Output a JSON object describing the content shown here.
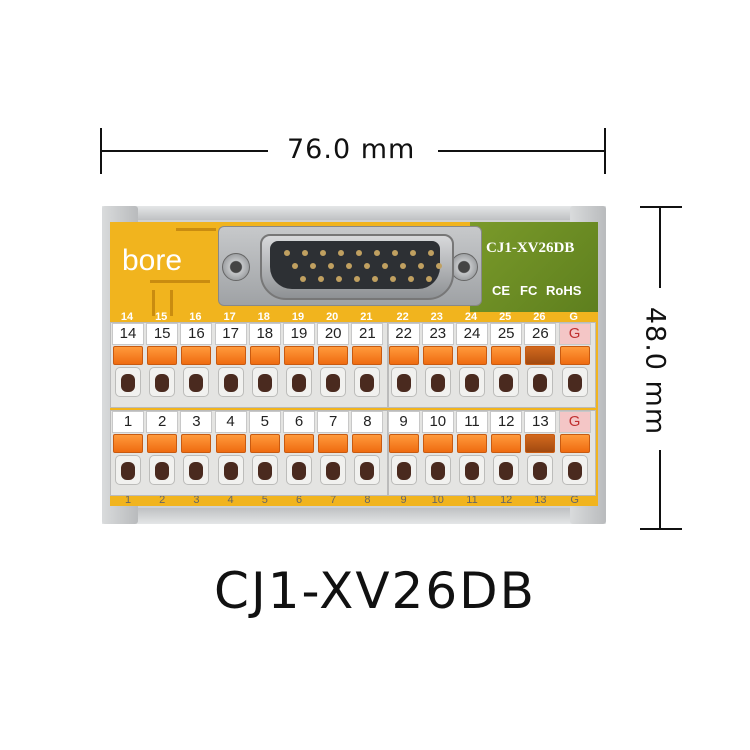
{
  "dimensions": {
    "width": "76.0 mm",
    "height": "48.0 mm"
  },
  "model_caption": "CJ1-XV26DB",
  "board": {
    "logo": "bore",
    "silk_model": "CJ1-XV26DB",
    "certifications": [
      "CE",
      "FC",
      "RoHS"
    ]
  },
  "top_row_labels": [
    "14",
    "15",
    "16",
    "17",
    "18",
    "19",
    "20",
    "21",
    "22",
    "23",
    "24",
    "25",
    "26",
    "G"
  ],
  "top_pcb_numbers": [
    "14",
    "15",
    "16",
    "17",
    "18",
    "19",
    "20",
    "21",
    "22",
    "23",
    "24",
    "25",
    "26",
    "G"
  ],
  "bottom_row_labels": [
    "1",
    "2",
    "3",
    "4",
    "5",
    "6",
    "7",
    "8",
    "9",
    "10",
    "11",
    "12",
    "13",
    "G"
  ],
  "bottom_pcb_numbers": [
    "1",
    "2",
    "3",
    "4",
    "5",
    "6",
    "7",
    "8",
    "9",
    "10",
    "11",
    "12",
    "13",
    "G"
  ],
  "connector": {
    "type": "DB26 male",
    "pin_rows": 3
  },
  "colors": {
    "pcb": "#f1b41e",
    "lever": "#ef6b10",
    "rail": "#cfd1d2"
  }
}
